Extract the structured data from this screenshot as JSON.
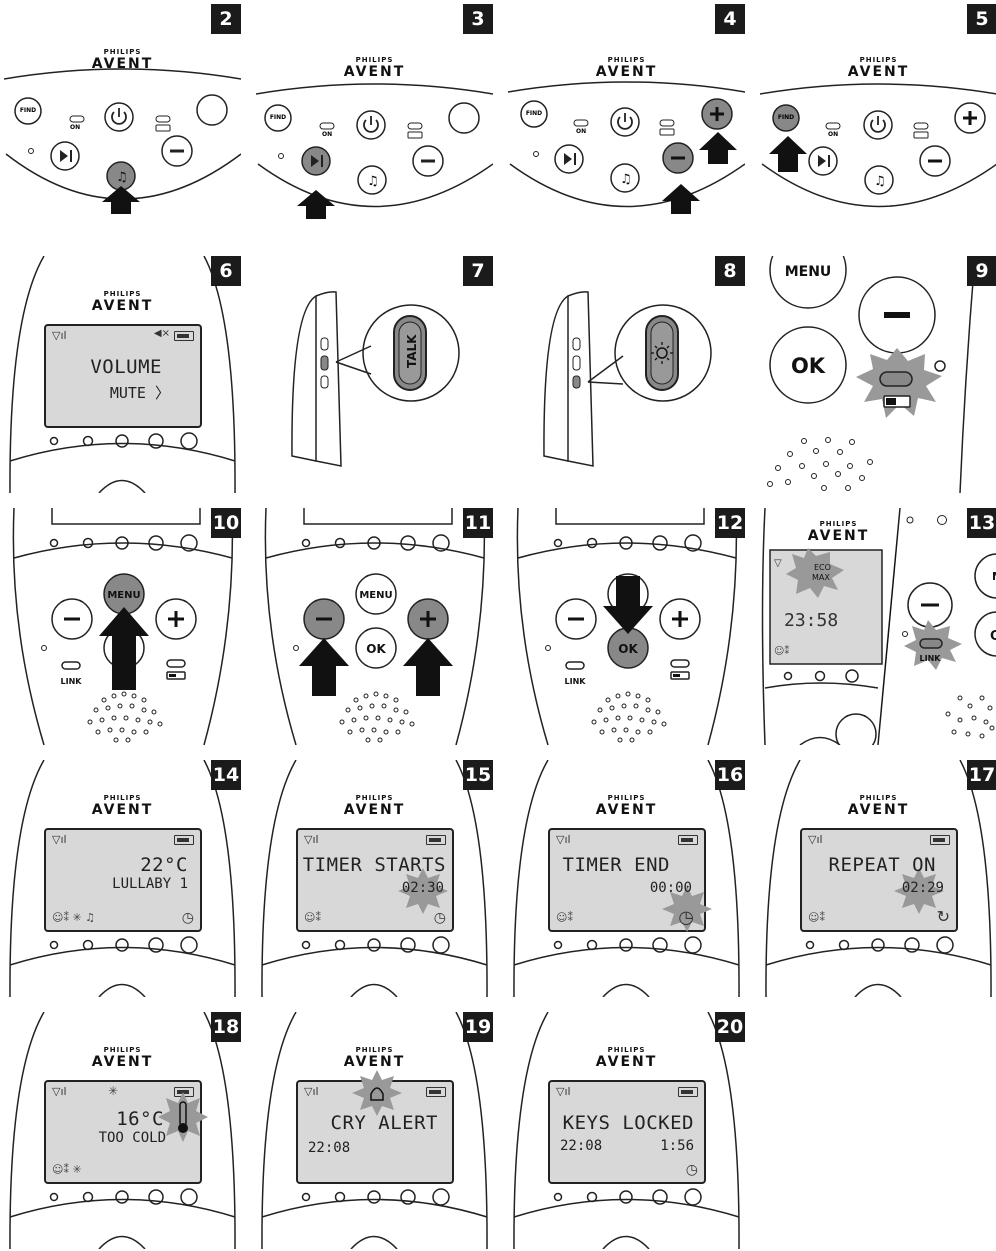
{
  "brand": {
    "top": "PHILIPS",
    "bottom": "AVENT"
  },
  "buttons": {
    "find": "FIND",
    "on": "ON",
    "menu": "MENU",
    "ok": "OK",
    "talk": "TALK",
    "link": "LINK",
    "plus": "+",
    "minus": "–"
  },
  "steps": {
    "s2": "2",
    "s3": "3",
    "s4": "4",
    "s5": "5",
    "s6": "6",
    "s7": "7",
    "s8": "8",
    "s9": "9",
    "s10": "10",
    "s11": "11",
    "s12": "12",
    "s13": "13",
    "s14": "14",
    "s15": "15",
    "s16": "16",
    "s17": "17",
    "s18": "18",
    "s19": "19",
    "s20": "20"
  },
  "screens": {
    "volume": {
      "line1": "VOLUME",
      "line2": "MUTE 〉"
    },
    "eco": {
      "badge_top": "ECO",
      "badge_bottom": "MAX",
      "time": "23:58"
    },
    "lullaby": {
      "line1": "22°C",
      "line2": "LULLABY 1"
    },
    "timer_starts": {
      "line1": "TIMER STARTS",
      "line2": "02:30"
    },
    "timer_end": {
      "line1": "TIMER END",
      "line2": "00:00"
    },
    "repeat": {
      "line1": "REPEAT ON",
      "line2": "02:29"
    },
    "too_cold": {
      "line1": "16°C",
      "line2": "TOO COLD"
    },
    "cry_alert": {
      "line1": "CRY ALERT",
      "line2": "22:08"
    },
    "keys_locked": {
      "line1": "KEYS LOCKED",
      "line2_left": "22:08",
      "line2_right": "1:56"
    }
  }
}
